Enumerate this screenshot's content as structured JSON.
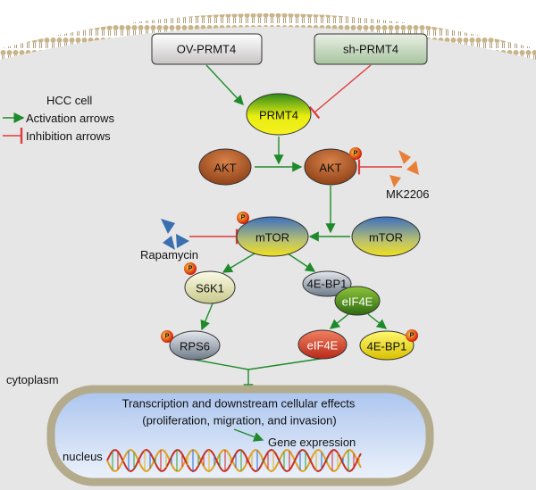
{
  "inputs": {
    "ov": "OV-PRMT4",
    "sh": "sh-PRMT4"
  },
  "legend": {
    "title": "HCC cell",
    "activation": "Activation arrows",
    "inhibition": "Inhibition arrows"
  },
  "nodes": {
    "prmt4": "PRMT4",
    "akt": "AKT",
    "akt_p": "AKT",
    "mtor_p": "mTOR",
    "mtor": "mTOR",
    "s6k1": "S6K1",
    "fourebp1": "4E-BP1",
    "eif4e_complex": "eIF4E",
    "rps6": "RPS6",
    "eif4e": "eIF4E",
    "fourebp1_p": "4E-BP1",
    "phospho": "P"
  },
  "inhibitors": {
    "mk2206": "MK2206",
    "rapamycin": "Rapamycin"
  },
  "compartments": {
    "cytoplasm": "cytoplasm",
    "nucleus": "nucleus"
  },
  "effects": {
    "line1": "Transcription and downstream cellular effects",
    "line2": "(proliferation, migration, and invasion)",
    "gene": "Gene expression"
  },
  "colors": {
    "activation": "#1e8a2a",
    "inhibition": "#e03a3a",
    "membrane": "#c8b48a",
    "nucleus_border": "#b3ab8c"
  }
}
